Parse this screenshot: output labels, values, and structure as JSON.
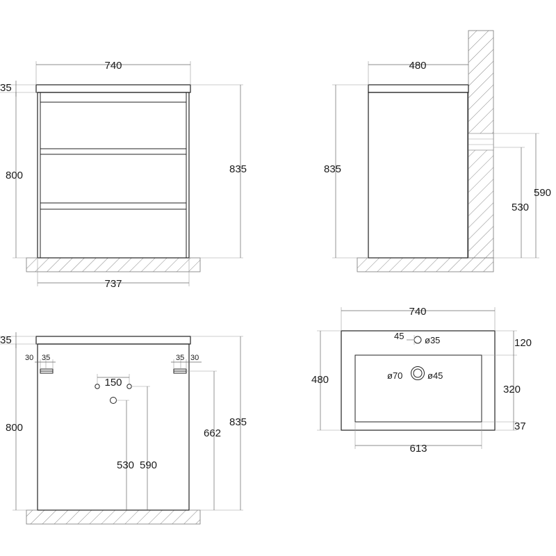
{
  "views": {
    "front": {
      "width_top": "740",
      "top_thickness": "35",
      "body_height": "800",
      "total_height": "835",
      "width_bottom": "737"
    },
    "side": {
      "depth": "480",
      "total_height": "835",
      "pipe_height_upper": "590",
      "pipe_height_lower": "530"
    },
    "back": {
      "top_thickness": "35",
      "body_height": "800",
      "total_height": "835",
      "bracket_height": "662",
      "bracket_left_offset": "30",
      "bracket_left_width": "35",
      "bracket_right_width": "35",
      "bracket_right_offset": "30",
      "pipe_spacing": "150",
      "drain_height": "530",
      "supply_height": "590"
    },
    "top": {
      "width": "740",
      "depth": "480",
      "tap_offset": "45",
      "tap_diameter": "ø35",
      "rear_margin": "120",
      "bowl_depth": "320",
      "front_margin": "37",
      "bowl_width": "613",
      "drain_outer": "ø70",
      "drain_inner": "ø45"
    }
  },
  "colors": {
    "line": "#222222",
    "dimension": "#666666",
    "hatch": "#888888"
  }
}
